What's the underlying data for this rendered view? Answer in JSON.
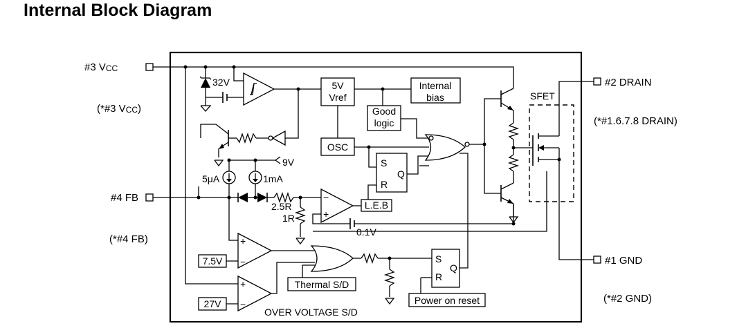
{
  "title": "Internal Block Diagram",
  "pins": {
    "vcc": "#3 V",
    "vcc_sub": "CC",
    "vcc_alt": "(*#3 V",
    "vcc_alt_sub": "CC",
    "vcc_alt_end": ")",
    "drain": "#2 DRAIN",
    "drain_alt": "(*#1.6.7.8 DRAIN)",
    "fb": "#4 FB",
    "fb_alt": "(*#4 FB)",
    "gnd": "#1 GND",
    "gnd_alt": "(*#2 GND)"
  },
  "blocks": {
    "vref_line1": "5V",
    "vref_line2": "Vref",
    "bias_line1": "Internal",
    "bias_line2": "bias",
    "good_line1": "Good",
    "good_line2": "logic",
    "osc": "OSC",
    "leb": "L.E.B",
    "thermal": "Thermal S/D",
    "por": "Power on reset",
    "ref75": "7.5V",
    "ref27": "27V",
    "sfet": "SFET"
  },
  "labels": {
    "zener": "32V",
    "v9": "9V",
    "i5": "5μA",
    "i1": "1mA",
    "r25": "2.5R",
    "r1": "1R",
    "v01": "0.1V",
    "ovsd": "OVER VOLTAGE S/D",
    "s": "S",
    "r": "R",
    "q": "Q",
    "plus": "+",
    "minus": "−"
  }
}
